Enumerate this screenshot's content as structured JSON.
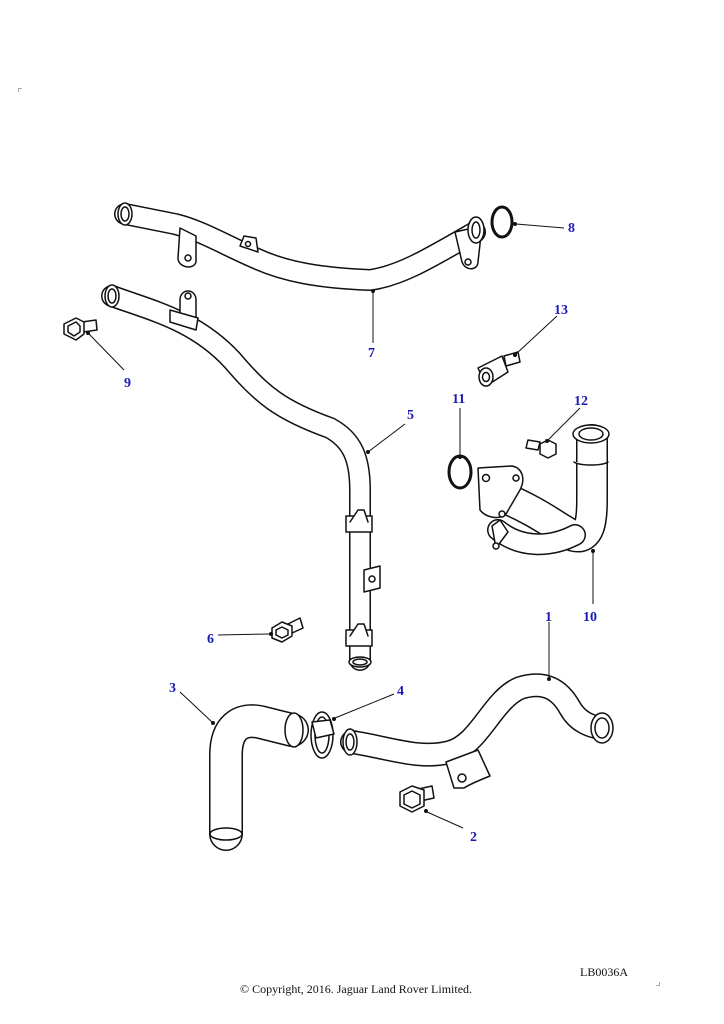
{
  "diagram": {
    "drawing_ref": "LB0036A",
    "copyright": "© Copyright, 2016. Jaguar Land Rover Limited.",
    "callouts": [
      "1",
      "2",
      "3",
      "4",
      "5",
      "6",
      "7",
      "8",
      "9",
      "10",
      "11",
      "12",
      "13"
    ]
  },
  "colors": {
    "callout": "#1a1ab4",
    "line": "#111111",
    "background": "#ffffff"
  }
}
